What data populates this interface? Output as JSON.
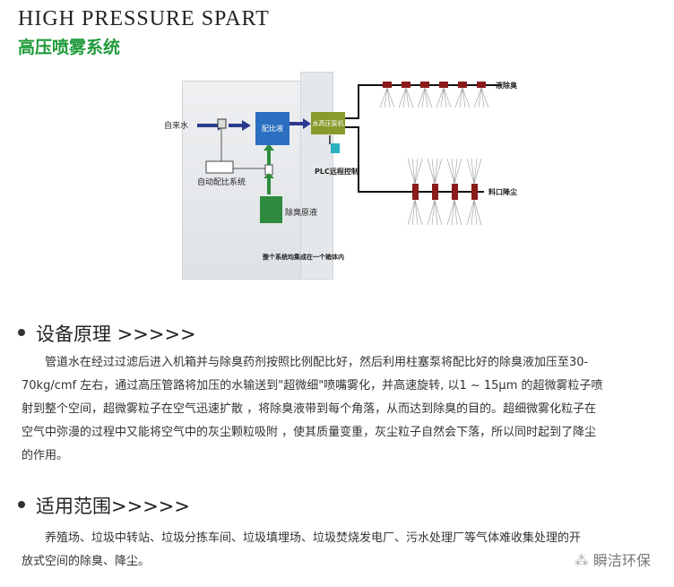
{
  "header": {
    "title": "HIGH PRESSURE SPART",
    "subtitle": "高压喷雾系统"
  },
  "diagram": {
    "tap_water": "自来水",
    "ratio_liquid": "配比液",
    "pump": "水高压泵机",
    "auto_ratio": "自动配比系统",
    "deodorant": "除臭原液",
    "plc": "PLC远程控制",
    "deodorize_out": "液除臭",
    "dust_out": "料口降尘",
    "caption": "整个系统均集成在一个箱体内"
  },
  "section1": {
    "heading": "设备原理 >>>>>",
    "lines": [
      "管道水在经过过滤后进入机箱并与除臭药剂按照比例配比好，然后利用柱塞泵将配比好的除臭液加压至30-",
      "70kg/cmf 左右，通过高压管路将加压的水输送到\"超微细\"喷嘴雾化，并高速旋转, 以1 ~ 15μm 的超微雾粒子喷",
      "射到整个空间，超微雾粒子在空气迅速扩散 ，将除臭液带到每个角落，从而达到除臭的目的。超细微雾化粒子在",
      "空气中弥漫的过程中又能将空气中的灰尘颗粒吸附 ，使其质量变重，灰尘粒子自然会下落，所以同时起到了降尘",
      "的作用。"
    ]
  },
  "section2": {
    "heading": "适用范围>>>>>",
    "lines": [
      "养殖场、垃圾中转站、垃圾分拣车间、垃圾填埋场、垃圾焚烧发电厂、污水处理厂等气体难收集处理的开",
      "放式空间的除臭、降尘。"
    ]
  },
  "watermark": "瞬洁环保",
  "colors": {
    "accent": "#1f9a3a"
  }
}
